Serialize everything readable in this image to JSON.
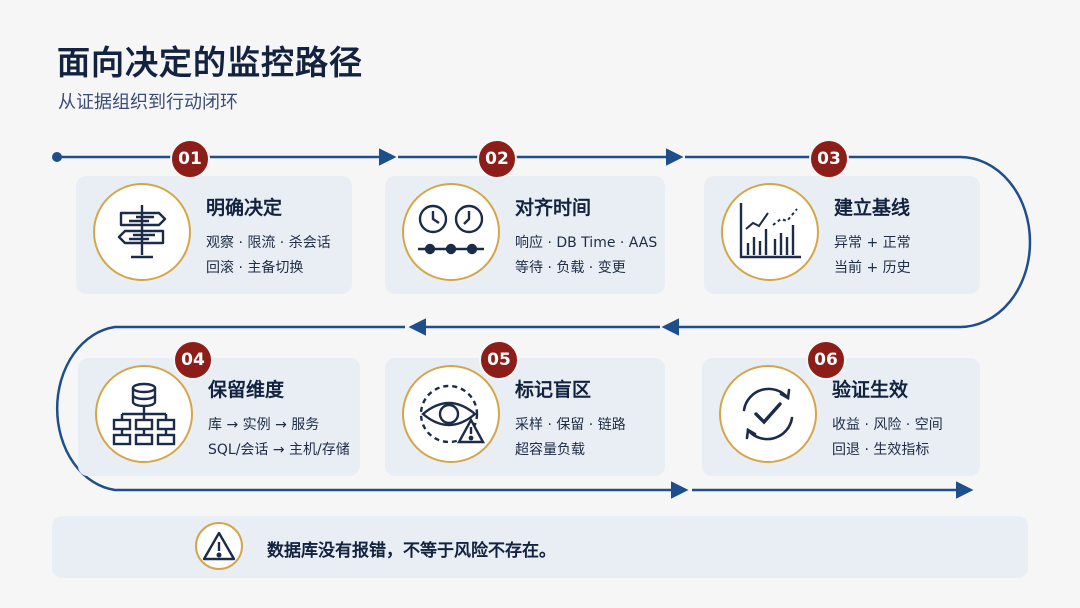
{
  "header": {
    "title": "面向决定的监控路径",
    "subtitle": "从证据组织到行动闭环"
  },
  "steps": [
    {
      "number": "01",
      "name": "明确决定",
      "line1": "观察 · 限流 · 杀会话",
      "line2": "回滚 · 主备切换",
      "icon": "signpost-icon"
    },
    {
      "number": "02",
      "name": "对齐时间",
      "line1": "响应 · DB Time · AAS",
      "line2": "等待 · 负载 · 变更",
      "icon": "clocks-timeline-icon"
    },
    {
      "number": "03",
      "name": "建立基线",
      "line1": "异常 + 正常",
      "line2": "当前 + 历史",
      "icon": "baseline-chart-icon"
    },
    {
      "number": "04",
      "name": "保留维度",
      "line1": "库 → 实例 → 服务",
      "line2": "SQL/会话 → 主机/存储",
      "icon": "database-hierarchy-icon"
    },
    {
      "number": "05",
      "name": "标记盲区",
      "line1": "采样 · 保留 · 链路",
      "line2": "超容量负载",
      "icon": "eye-warning-icon"
    },
    {
      "number": "06",
      "name": "验证生效",
      "line1": "收益 · 风险 · 空间",
      "line2": "回退 · 生效指标",
      "icon": "cycle-check-icon"
    }
  ],
  "note": {
    "text": "数据库没有报错，不等于风险不存在。",
    "icon": "warning-triangle-icon"
  },
  "colors": {
    "navy": "#1f4e8c",
    "badge": "#8c1d18",
    "gold": "#d4a649",
    "card": "#e9eef5"
  }
}
